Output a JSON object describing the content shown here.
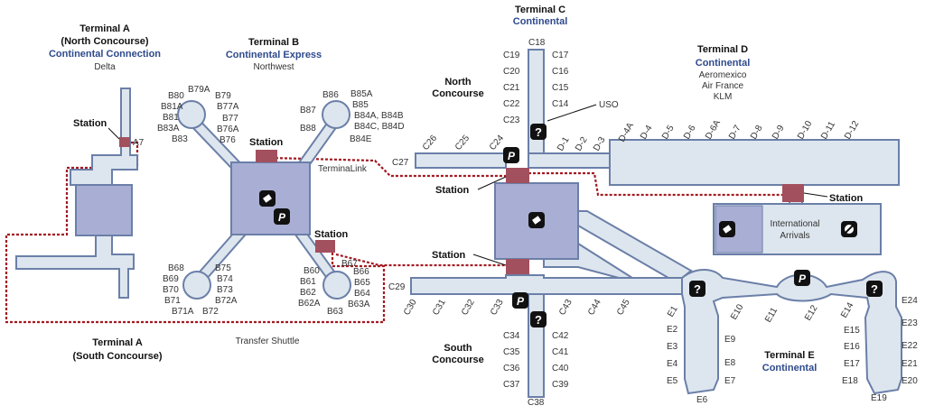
{
  "colors": {
    "concourse_fill": "#dde6ee",
    "concourse_stroke": "#6b7fa8",
    "hub_fill": "#a9aed4",
    "station": "#a3505e",
    "link_line": "#a31a22",
    "title": "#111111",
    "airline": "#2e4a8c"
  },
  "terminal_labels": {
    "a_north": {
      "line1": "Terminal A",
      "line2": "(North Concourse)",
      "airline": "Continental Connection",
      "sub": "Delta"
    },
    "a_south": {
      "line1": "Terminal A",
      "line2": "(South Concourse)"
    },
    "b": {
      "line1": "Terminal B",
      "airline": "Continental Express",
      "sub": "Northwest"
    },
    "c": {
      "line1": "Terminal C",
      "airline": "Continental"
    },
    "d": {
      "line1": "Terminal D",
      "airline": "Continental",
      "carriers": [
        "Aeromexico",
        "Air France",
        "KLM"
      ]
    },
    "e": {
      "line1": "Terminal E",
      "airline": "Continental"
    }
  },
  "concourse_labels": {
    "north": [
      "North",
      "Concourse"
    ],
    "south": [
      "South",
      "Concourse"
    ]
  },
  "transit": {
    "station": "Station",
    "terminalink": "TerminaLink",
    "shuttle": "Transfer Shuttle",
    "intl_arrivals": [
      "International",
      "Arrivals"
    ],
    "uso": "USO"
  },
  "gates": {
    "a7": "A7",
    "b_nw": [
      "B79A",
      "B80",
      "B79",
      "B81A",
      "B77A",
      "B81",
      "B77",
      "B83A",
      "B76A",
      "B83",
      "B76"
    ],
    "b_ne": [
      "B86",
      "B85A",
      "B87",
      "B85",
      "B84A, B84B",
      "B88",
      "B84C, B84D",
      "B84E"
    ],
    "b_sw": [
      "B68",
      "B75",
      "B69",
      "B74",
      "B70",
      "B73",
      "B71",
      "B72A",
      "B71A",
      "B72"
    ],
    "b_se": [
      "B67",
      "B60",
      "B66",
      "B61",
      "B65",
      "B62",
      "B64",
      "B62A",
      "B63A",
      "B63"
    ],
    "c_north_left": [
      "C19",
      "C20",
      "C21",
      "C22",
      "C23"
    ],
    "c_north_right": [
      "C17",
      "C16",
      "C15",
      "C14"
    ],
    "c18": "C18",
    "c_upper_arm": [
      "C24",
      "C25",
      "C26"
    ],
    "c27": "C27",
    "c29": "C29",
    "c_lower_arm": [
      "C30",
      "C31",
      "C32",
      "C33",
      "C43",
      "C44",
      "C45"
    ],
    "c_south_left": [
      "C34",
      "C35",
      "C36",
      "C37"
    ],
    "c_south_right": [
      "C42",
      "C41",
      "C40",
      "C39"
    ],
    "c38": "C38",
    "d": [
      "D-1",
      "D-2",
      "D-3",
      "D-4A",
      "D-4",
      "D-5",
      "D-6",
      "D-6A",
      "D-7",
      "D-8",
      "D-9",
      "D-10",
      "D-11",
      "D-12"
    ],
    "e_arm": [
      "E1",
      "E10",
      "E11",
      "E12",
      "E14"
    ],
    "e_left_outer": [
      "E2",
      "E3",
      "E4",
      "E5"
    ],
    "e_left_inner": [
      "E9",
      "E8",
      "E7"
    ],
    "e6": "E6",
    "e_right_inner": [
      "E15",
      "E16",
      "E17",
      "E18"
    ],
    "e_right_outer": [
      "E24",
      "E23",
      "E22",
      "E21",
      "E20"
    ],
    "e19": "E19"
  }
}
